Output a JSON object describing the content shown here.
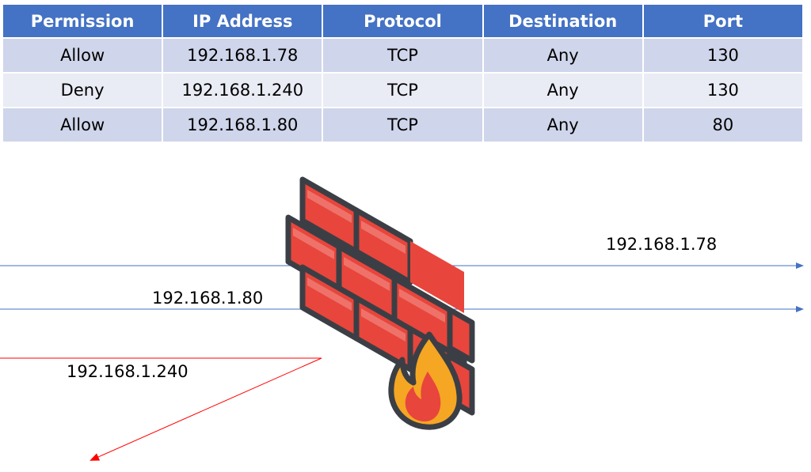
{
  "table": {
    "headers": [
      "Permission",
      "IP Address",
      "Protocol",
      "Destination",
      "Port"
    ],
    "rows": [
      [
        "Allow",
        "192.168.1.78",
        "TCP",
        "Any",
        "130"
      ],
      [
        "Deny",
        "192.168.1.240",
        "TCP",
        "Any",
        "130"
      ],
      [
        "Allow",
        "192.168.1.80",
        "TCP",
        "Any",
        "80"
      ]
    ]
  },
  "diagram": {
    "flows": [
      {
        "label": "192.168.1.78",
        "result": "allowed",
        "color": "#4472c4"
      },
      {
        "label": "192.168.1.80",
        "result": "allowed",
        "color": "#4472c4"
      },
      {
        "label": "192.168.1.240",
        "result": "denied",
        "color": "#ff0000"
      }
    ],
    "firewall_icon": "firewall-icon",
    "colors": {
      "header_bg": "#4472c4",
      "row_odd_bg": "#cfd5ea",
      "row_even_bg": "#e9ebf5",
      "brick": "#e8453c",
      "brick_outline": "#3b3f45",
      "flame_outer": "#f5a623",
      "flame_inner": "#e8453c"
    }
  }
}
